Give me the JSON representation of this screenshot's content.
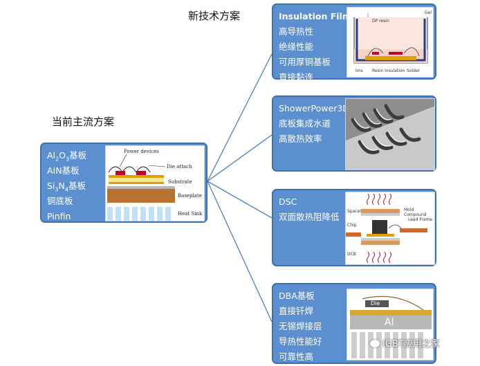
{
  "headings": {
    "new": "新技术方案",
    "current": "当前主流方案"
  },
  "current": {
    "lines": [
      "AIN基板",
      "铜底板",
      "Pinfin"
    ],
    "al2o3": {
      "a": "Al",
      "s1": "2",
      "b": "O",
      "s2": "3",
      "c": "基板"
    },
    "si3n4": {
      "a": "Si",
      "s1": "3",
      "b": "N",
      "s2": "4",
      "c": "基板"
    },
    "diagram": {
      "power": "Power devices",
      "die": "Die attach",
      "substrate": "Substrate",
      "baseplate": "Baseplate",
      "heatsink": "Heat Sink"
    }
  },
  "cards": {
    "insulation": {
      "lines": [
        "Insulation Film",
        "高导热性",
        "绝缘性能",
        "可用厚铜基板",
        "直接黏连"
      ],
      "labels": {
        "dp": "DP resin",
        "gel": "Gel",
        "ims": "Ims",
        "resin": "Resin insulation",
        "solder": "Solder"
      }
    },
    "shower": {
      "lines": [
        "ShowerPower3D",
        "底板集成水道",
        "高散热效率"
      ]
    },
    "dsc": {
      "lines": [
        "DSC",
        "双面散热阻降低"
      ],
      "labels": {
        "spacer": "Spacer",
        "chip": "Chip",
        "dcb": "DCB",
        "mold": "Mold Compound",
        "lead": "Lead Frame"
      }
    },
    "dba": {
      "lines": [
        "DBA基板",
        "直接钎焊",
        "无锡焊接层",
        "导热性能好",
        "可靠性高"
      ],
      "labels": {
        "die": "Die",
        "al": "Al"
      }
    }
  },
  "watermark": "IGBT应用之家",
  "colors": {
    "card": "#5b8fd0",
    "border": "#3e6fae",
    "line": "#4a7fc1"
  }
}
